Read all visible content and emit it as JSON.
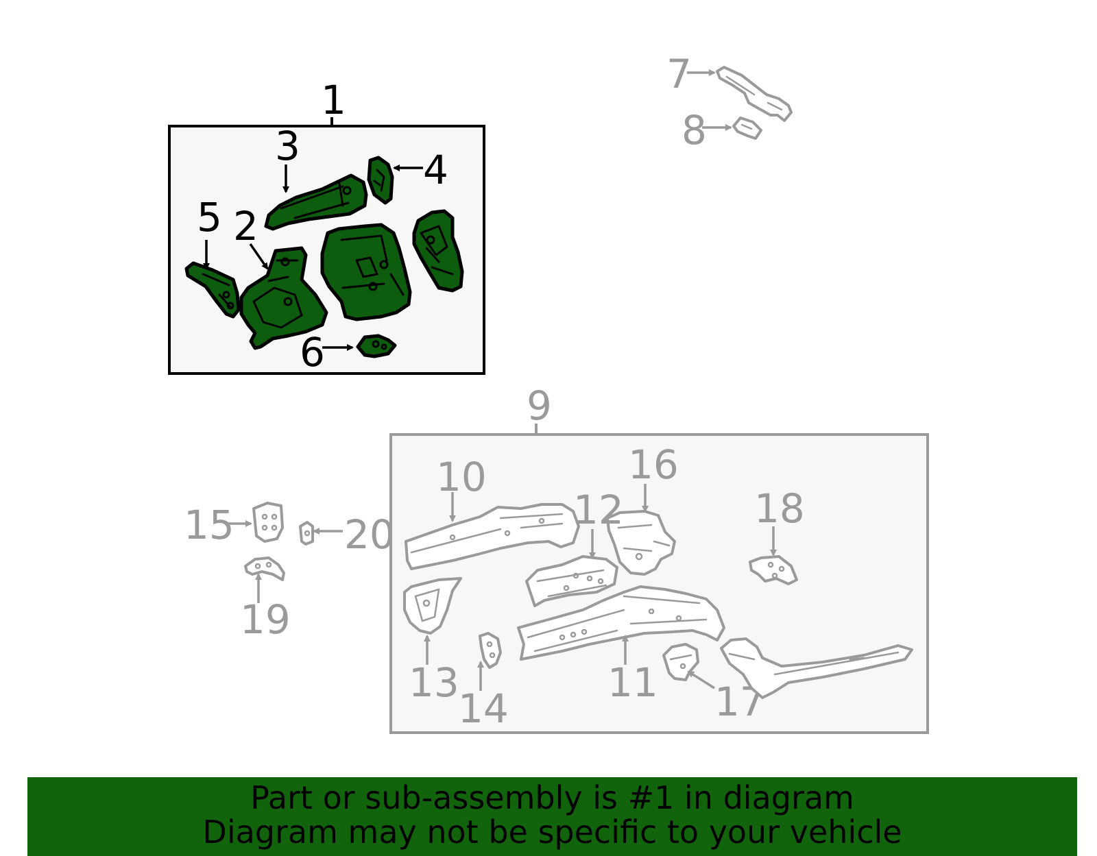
{
  "colors": {
    "highlight_fill": "#0e5d0e",
    "banner_background": "#12640c",
    "box_background": "#f7f7f7",
    "dim_gray": "#9a9a9a"
  },
  "callouts": {
    "c1": "1",
    "c2": "2",
    "c3": "3",
    "c4": "4",
    "c5": "5",
    "c6": "6",
    "c7": "7",
    "c8": "8",
    "c9": "9",
    "c10": "10",
    "c11": "11",
    "c12": "12",
    "c13": "13",
    "c14": "14",
    "c15": "15",
    "c16": "16",
    "c17": "17",
    "c18": "18",
    "c19": "19",
    "c20": "20"
  },
  "banner": {
    "line1": "Part or sub-assembly is #1 in diagram",
    "line2": "Diagram may not be specific to your vehicle"
  }
}
